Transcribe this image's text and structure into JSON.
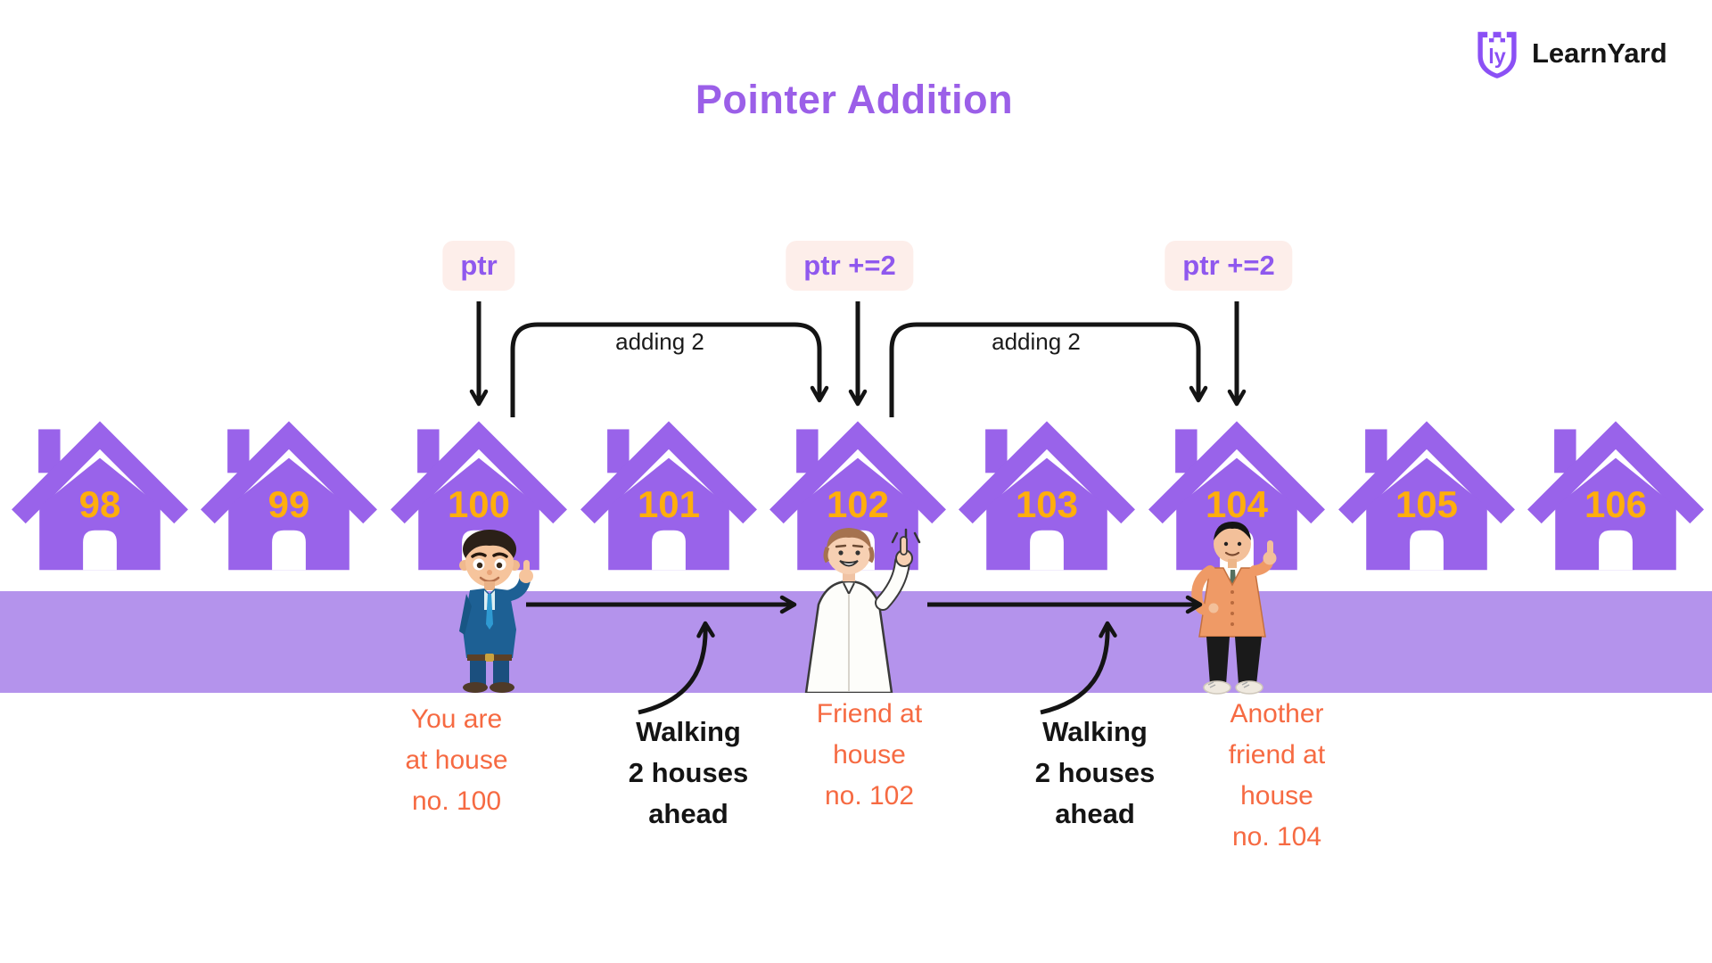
{
  "title": "Pointer Addition",
  "logo": {
    "brand": "LearnYard",
    "monogram": "ly"
  },
  "houses": [
    {
      "number": "98"
    },
    {
      "number": "99"
    },
    {
      "number": "100"
    },
    {
      "number": "101"
    },
    {
      "number": "102"
    },
    {
      "number": "103"
    },
    {
      "number": "104"
    },
    {
      "number": "105"
    },
    {
      "number": "106"
    }
  ],
  "pointer_labels": [
    {
      "text": "ptr"
    },
    {
      "text": "ptr +=2"
    },
    {
      "text": "ptr +=2"
    }
  ],
  "bracket_labels": [
    {
      "text": "adding 2"
    },
    {
      "text": "adding 2"
    }
  ],
  "captions": {
    "you": "You are\nat house\nno. 100",
    "walk1": "Walking\n2 houses\nahead",
    "friend": "Friend at\nhouse\nno. 102",
    "walk2": "Walking\n2 houses\nahead",
    "another": "Another\nfriend at\nhouse\nno. 104"
  },
  "icons": {
    "house": "house-icon",
    "logo": "shield-monogram-icon",
    "characters": [
      "businessman-thumbs-up",
      "friend-pointing-up",
      "friend-thumbs-up-cardigan"
    ]
  },
  "colors": {
    "house_purple": "#9963ea",
    "road_purple": "#b493ec",
    "title_purple": "#9b5fe8",
    "accent_purple": "#8f58ee",
    "logo_purple": "#8b50f5",
    "label_bg": "#fdeeea",
    "number_gold": "#ffae0c",
    "caption_orange": "#f66a42",
    "arrow_black": "#141414"
  }
}
